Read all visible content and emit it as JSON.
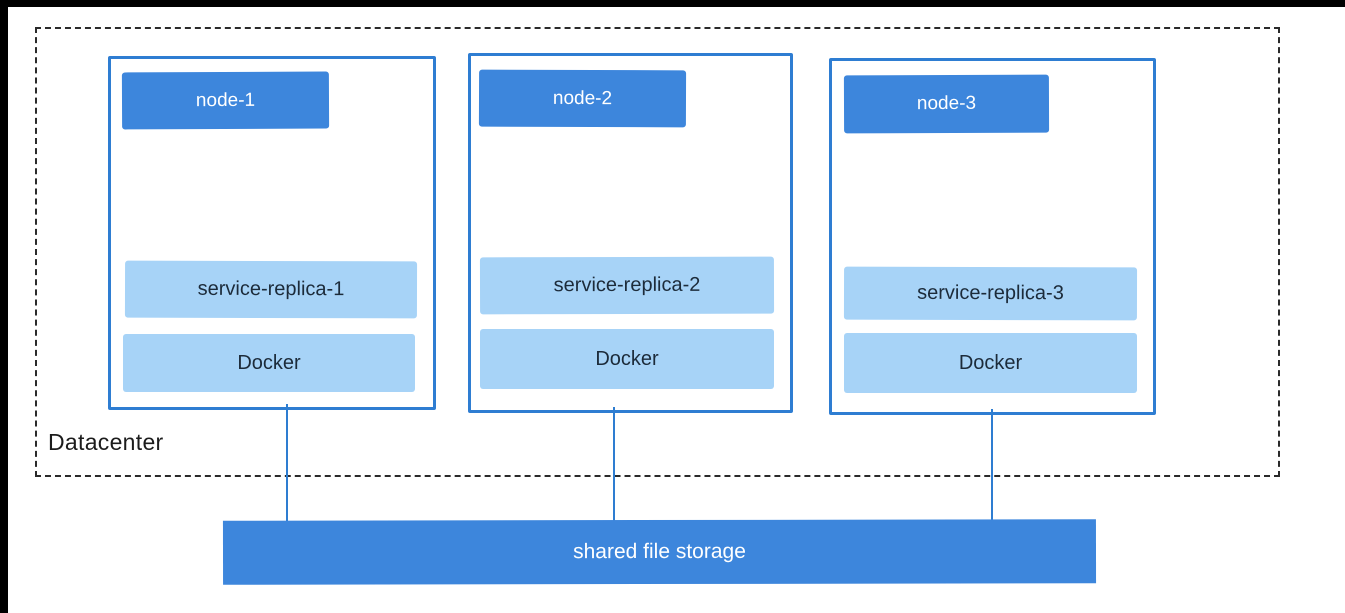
{
  "diagram": {
    "title_hint": "datacenter-architecture-diagram",
    "datacenter_label": "Datacenter",
    "nodes": [
      {
        "name": "node-1",
        "service": "service-replica-1",
        "runtime": "Docker"
      },
      {
        "name": "node-2",
        "service": "service-replica-2",
        "runtime": "Docker"
      },
      {
        "name": "node-3",
        "service": "service-replica-3",
        "runtime": "Docker"
      }
    ],
    "storage_label": "shared file storage",
    "colors": {
      "accent_dark_blue": "#3d86dc",
      "accent_light_blue": "#a7d3f7",
      "node_border_blue": "#2e7dd2",
      "connector_blue": "#2e7dd1",
      "dashed_border": "#2a2a2a",
      "dark_text": "#1c2b3a",
      "background": "#ffffff",
      "letterbox": "#000000"
    }
  }
}
